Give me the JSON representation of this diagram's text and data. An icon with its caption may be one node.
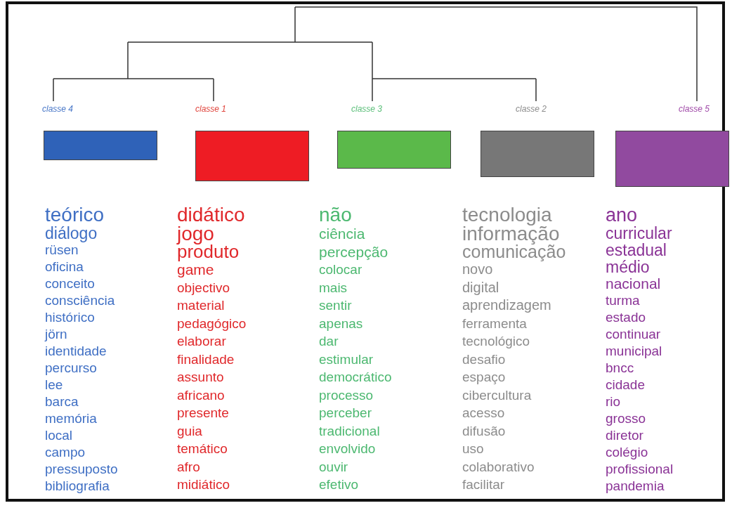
{
  "diagram": {
    "nodes": [
      {
        "text": [
          "classe 4"
        ],
        "beside": [
          "teórico",
          "diálogo",
          "rüsen",
          "oficina",
          "conceito",
          "consciência",
          "histórico",
          "jörn",
          "identidade",
          "percurso",
          "lee",
          "barca",
          "memória",
          "local",
          "campo",
          "pressuposto",
          "bibliografia"
        ]
      },
      {
        "text": [
          "classe 1"
        ],
        "beside": [
          "didático",
          "jogo",
          "produto",
          "game",
          "objectivo",
          "material",
          "pedagógico",
          "elaborar",
          "finalidade",
          "assunto",
          "africano",
          "presente",
          "guia",
          "temático",
          "afro",
          "midiático"
        ]
      },
      {
        "text": [
          "classe 3"
        ],
        "beside": [
          "não",
          "ciência",
          "percepção",
          "colocar",
          "mais",
          "sentir",
          "apenas",
          "dar",
          "estimular",
          "democrático",
          "processo",
          "perceber",
          "tradicional",
          "envolvido",
          "ouvir",
          "efetivo"
        ]
      },
      {
        "text": [
          "classe 2"
        ],
        "beside": [
          "tecnologia",
          "informação",
          "comunicação",
          "novo",
          "digital",
          "aprendizagem",
          "ferramenta",
          "tecnológico",
          "desafio",
          "espaço",
          "cibercultura",
          "acesso",
          "difusão",
          "uso",
          "colaborativo",
          "facilitar"
        ]
      },
      {
        "text": [
          "classe 5"
        ],
        "beside": [
          "ano",
          "curricular",
          "estadual",
          "médio",
          "nacional",
          "turma",
          "estado",
          "continuar",
          "municipal",
          "bncc",
          "cidade",
          "rio",
          "grosso",
          "diretor",
          "colégio",
          "profissional",
          "pandemia"
        ]
      }
    ]
  }
}
